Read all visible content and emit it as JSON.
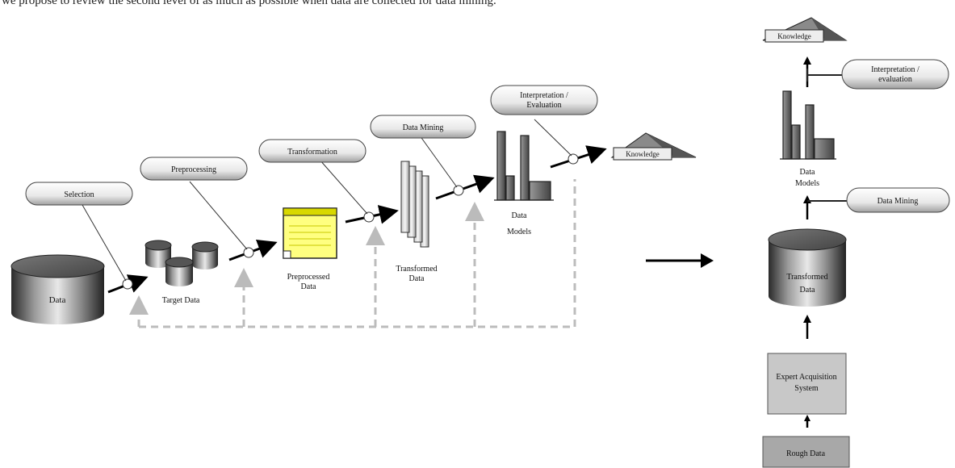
{
  "header_text": "we propose to review the second level of as much as possible when data are collected for data mining.",
  "left": {
    "data_label": "Data",
    "target_data_label": "Target Data",
    "preprocessed_label_1": "Preprocessed",
    "preprocessed_label_2": "Data",
    "transformed_label_1": "Transformed",
    "transformed_label_2": "Data",
    "models_label_1": "Data",
    "models_label_2": "Models",
    "knowledge_label": "Knowledge",
    "steps": [
      "Selection",
      "Preprocessing",
      "Transformation",
      "Data Mining",
      "Interpretation /",
      "Evaluation"
    ]
  },
  "right": {
    "knowledge_label": "Knowledge",
    "interpretation_1": "Interpretation /",
    "interpretation_2": "evaluation",
    "models_label_1": "Data",
    "models_label_2": "Models",
    "data_mining": "Data Mining",
    "transformed_1": "Transformed",
    "transformed_2": "Data",
    "expert_1": "Expert Acquisition",
    "expert_2": "System",
    "rough_data": "Rough Data"
  }
}
